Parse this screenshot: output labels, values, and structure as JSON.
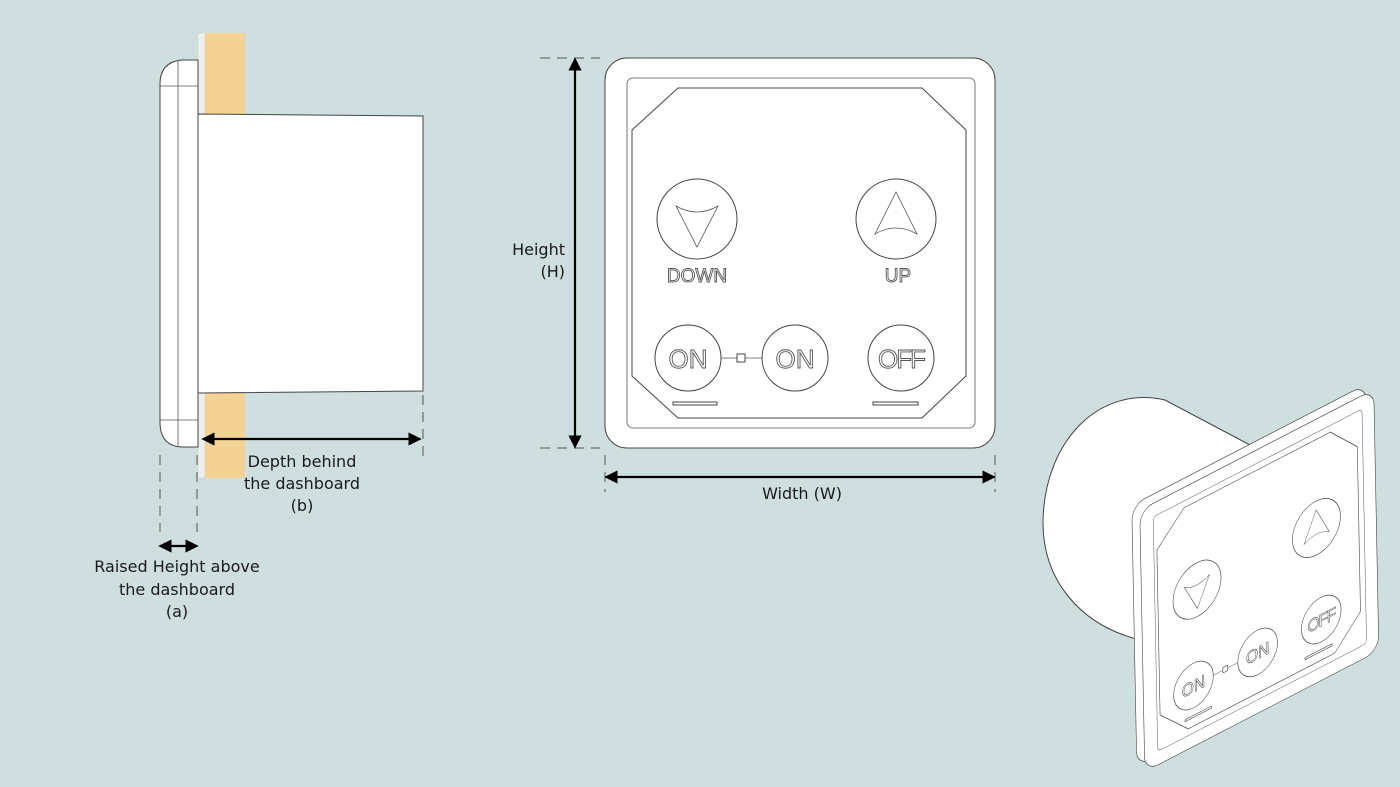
{
  "colors": {
    "background": "#cfdfdf",
    "dashboard_panel": "#f2d394",
    "device": "#ffffff",
    "outline": "#444444"
  },
  "side_view": {
    "depth_label_line1": "Depth behind",
    "depth_label_line2": "the dashboard",
    "depth_label_line3": "(b)",
    "raised_label_line1": "Raised Height above",
    "raised_label_line2": "the dashboard",
    "raised_label_line3": "(a)"
  },
  "front_view": {
    "height_label": "Height",
    "height_symbol": "(H)",
    "width_label": "Width (W)",
    "buttons": {
      "down": {
        "icon": "down-arrow-icon",
        "label": "DOWN"
      },
      "up": {
        "icon": "up-arrow-icon",
        "label": "UP"
      },
      "on1": {
        "label": "ON"
      },
      "on2": {
        "label": "ON"
      },
      "off": {
        "label": "OFF"
      }
    }
  }
}
